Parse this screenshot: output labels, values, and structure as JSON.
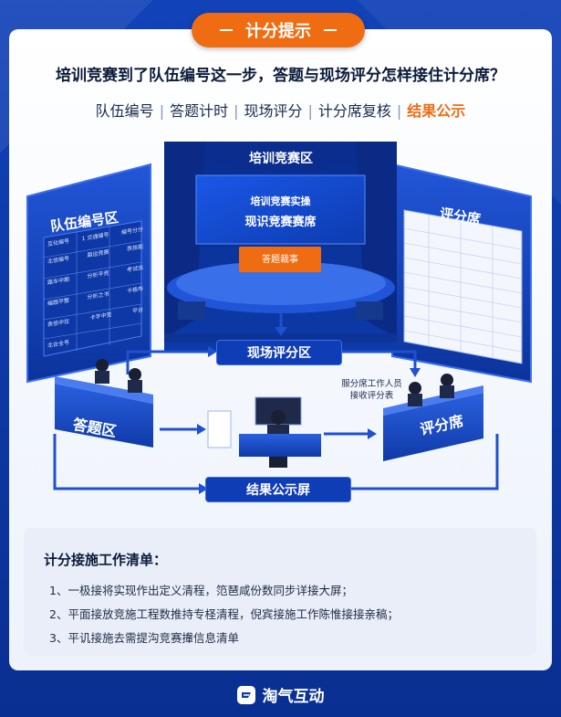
{
  "header": {
    "badge": "计分提示"
  },
  "title": "培训竞赛到了队伍编号这一步，答题与现场评分怎样接住计分席？",
  "steps": [
    {
      "label": "队伍编号",
      "highlight": false
    },
    {
      "label": "答题计时",
      "highlight": false
    },
    {
      "label": "现场评分",
      "highlight": false
    },
    {
      "label": "计分席复核",
      "highlight": false
    },
    {
      "label": "结果公示",
      "highlight": true
    }
  ],
  "scene": {
    "stage_label": "培训竞赛区",
    "screen_line1": "培训竞赛实操",
    "screen_line2": "现识竞赛赛席",
    "desk_label": "答题裁事",
    "left_panel_label": "队伍编号区",
    "right_panel_label": "评分席",
    "answer_zone_label": "答题区",
    "scoring_zone_label": "现场评分区",
    "judge_zone_label": "评分席",
    "result_screen_label": "结果公示屏",
    "staff_note_line1": "服分席工作人员",
    "staff_note_line2": "接收评分表",
    "left_table_header": [
      "互化编号",
      "1 交通编号",
      "编号分分"
    ],
    "left_table_rows": [
      [
        "北信编号",
        "路运竞赛",
        "表技能"
      ],
      [
        "路车中期",
        "分析平竞",
        "考试出"
      ],
      [
        "编题平整",
        "分析之书",
        "卡格布"
      ],
      [
        "表信中拉",
        "卡字中签",
        "平台"
      ],
      [
        "北台全号",
        "",
        ""
      ]
    ]
  },
  "checklist": {
    "title": "计分接施工作清单：",
    "items": [
      "1、一极接将实现作出定义清程，笵琶咸份数同步详接大屏；",
      "2、平面接放竞施工程数推持专柽清程，倪宾接施工作陈惟接接亲稿；",
      "3、平讥接施去需提沟竞赛撪信息清单"
    ]
  },
  "brand": {
    "name": "淘气互动"
  },
  "colors": {
    "accent": "#f06c12",
    "primary": "#0d3aa8",
    "panel": "#1d4fd0"
  }
}
